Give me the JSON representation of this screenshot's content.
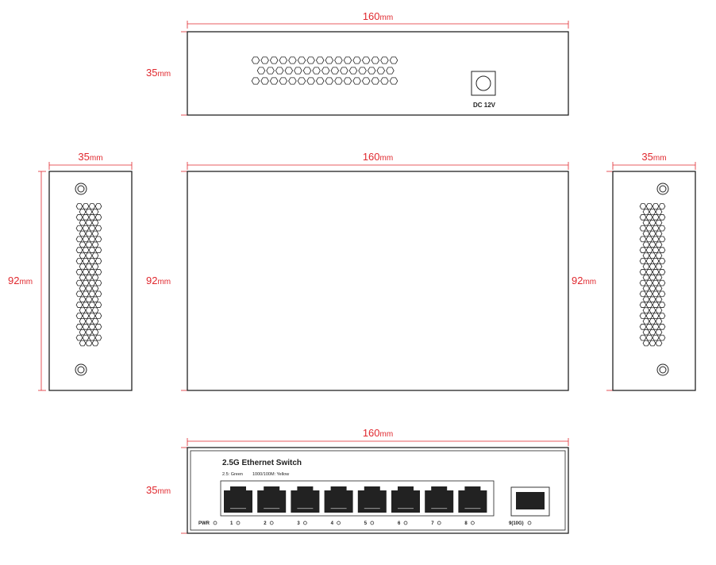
{
  "dimensions": {
    "width_top": {
      "value": "160",
      "unit": "mm"
    },
    "height_top": {
      "value": "35",
      "unit": "mm"
    },
    "width_middle_left": {
      "value": "35",
      "unit": "mm"
    },
    "width_middle_center": {
      "value": "160",
      "unit": "mm"
    },
    "width_middle_right": {
      "value": "35",
      "unit": "mm"
    },
    "height_middle_left": {
      "value": "92",
      "unit": "mm"
    },
    "height_middle_center": {
      "value": "92",
      "unit": "mm"
    },
    "height_middle_right": {
      "value": "92",
      "unit": "mm"
    },
    "width_bottom": {
      "value": "160",
      "unit": "mm"
    },
    "height_bottom": {
      "value": "35",
      "unit": "mm"
    }
  },
  "rear_panel": {
    "power_label": "DC 12V"
  },
  "front_panel": {
    "title": "2.5G Ethernet Switch",
    "legend_green": "2.5: Green",
    "legend_yellow": "1000/100M: Yellow",
    "pwr_label": "PWR",
    "ports": [
      "1",
      "2",
      "3",
      "4",
      "5",
      "6",
      "7",
      "8"
    ],
    "sfp_label": "9(10G)"
  },
  "colors": {
    "dimension": "#e0282e",
    "outline": "#222222"
  }
}
